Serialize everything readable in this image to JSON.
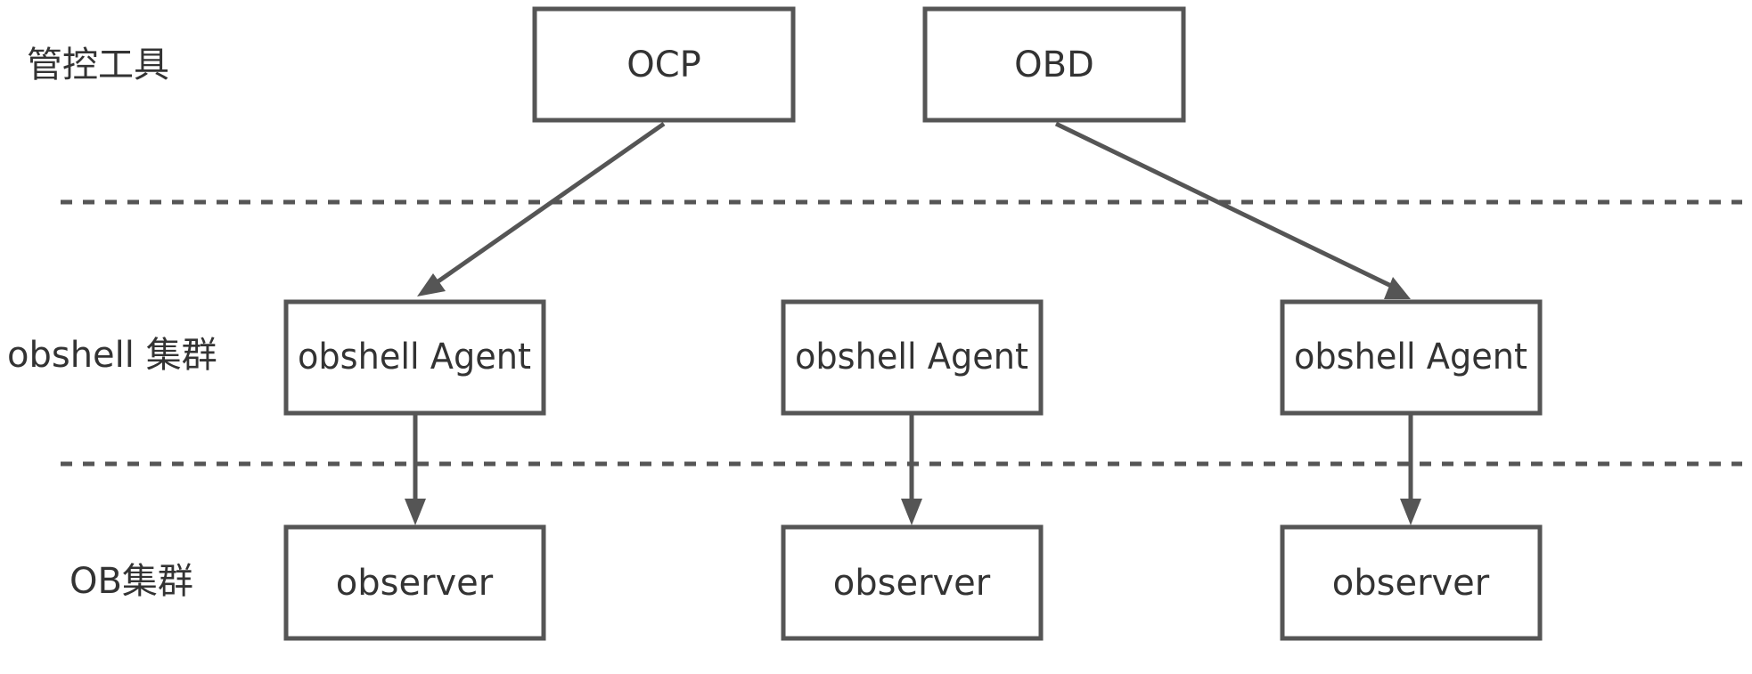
{
  "layers": {
    "tools": "管控工具",
    "agents": "obshell 集群",
    "ob": "OB集群"
  },
  "tools": {
    "ocp": "OCP",
    "obd": "OBD"
  },
  "agents": [
    "obshell Agent",
    "obshell Agent",
    "obshell Agent"
  ],
  "observers": [
    "observer",
    "observer",
    "observer"
  ],
  "colors": {
    "stroke": "#555555",
    "text": "#333333",
    "background": "#ffffff"
  }
}
